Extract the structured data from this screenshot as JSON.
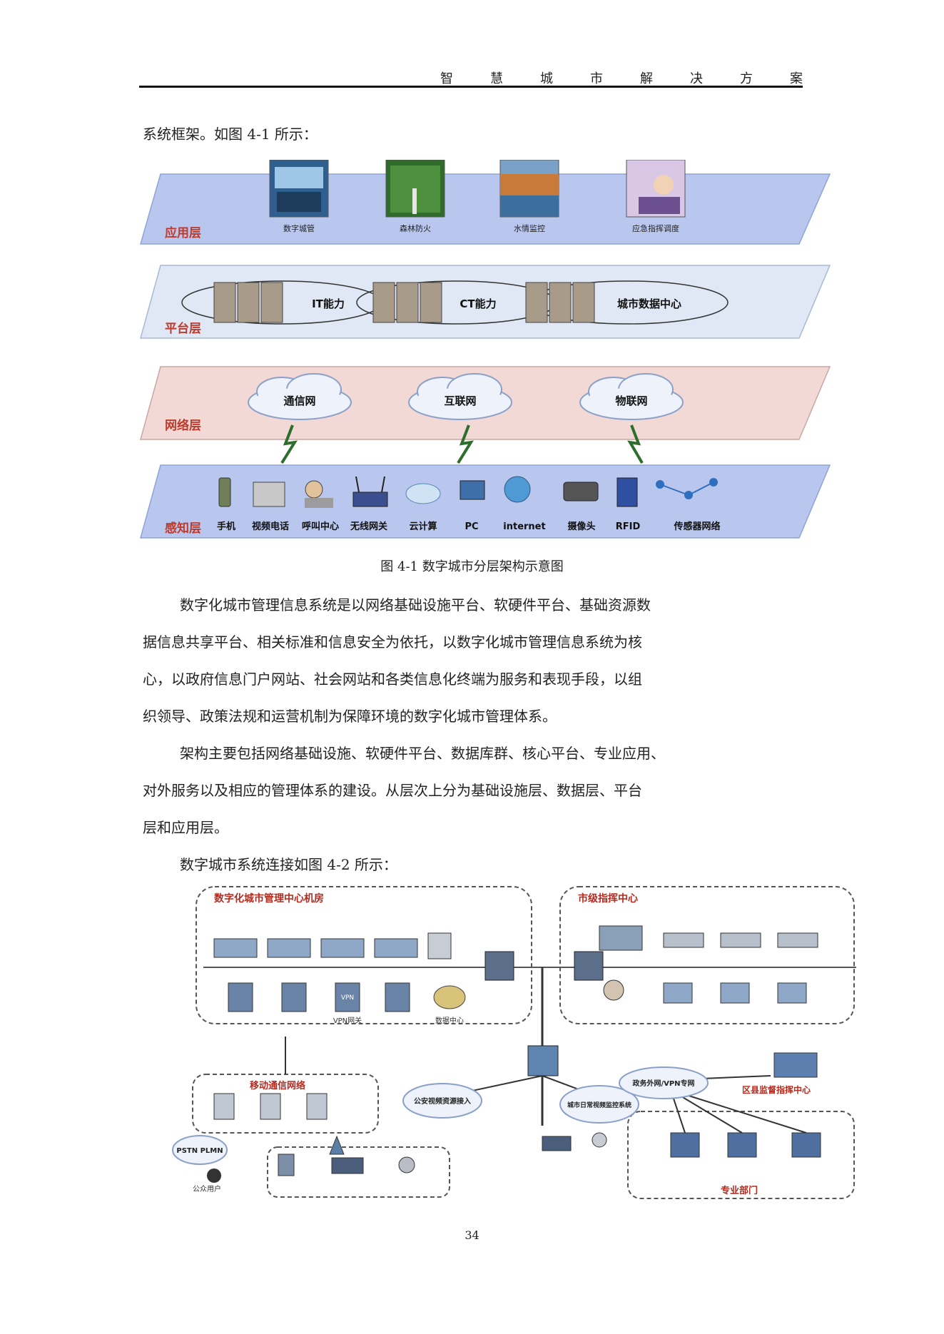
{
  "header": {
    "title_chars": [
      "智",
      "慧",
      "城",
      "市",
      "解",
      "决",
      "方",
      "案"
    ]
  },
  "intro_line": "系统框架。如图 4-1 所示：",
  "figure1": {
    "layers": [
      {
        "label": "应用层",
        "items": [
          "数字城管",
          "森林防火",
          "水情监控",
          "应急指挥调度"
        ]
      },
      {
        "label": "平台层",
        "items": [
          "IT能力",
          "CT能力",
          "城市数据中心"
        ]
      },
      {
        "label": "网络层",
        "items": [
          "通信网",
          "互联网",
          "物联网"
        ]
      },
      {
        "label": "感知层",
        "items": [
          "手机",
          "视频电话",
          "呼叫中心",
          "无线网关",
          "云计算",
          "PC",
          "internet",
          "摄像头",
          "RFID",
          "传感器网络"
        ]
      }
    ],
    "caption": "图 4-1 数字城市分层架构示意图"
  },
  "paragraph1_lines": [
    "数字化城市管理信息系统是以网络基础设施平台、软硬件平台、基础资源数",
    "据信息共享平台、相关标准和信息安全为依托，以数字化城市管理信息系统为核",
    "心，以政府信息门户网站、社会网站和各类信息化终端为服务和表现手段，以组",
    "织领导、政策法规和运营机制为保障环境的数字化城市管理体系。"
  ],
  "paragraph2_lines": [
    "架构主要包括网络基础设施、软硬件平台、数据库群、核心平台、专业应用、",
    "对外服务以及相应的管理体系的建设。从层次上分为基础设施层、数据层、平台",
    "层和应用层。"
  ],
  "paragraph3": "数字城市系统连接如图 4-2 所示：",
  "figure2": {
    "zone_titles": {
      "center": "数字化城市管理中心机房",
      "command": "市级指挥中心",
      "mobile": "移动通信网络",
      "egov": "政务外网/VPN专网",
      "district": "区县监督指挥中心",
      "depts": "专业部门"
    },
    "labels": {
      "public_video": "公安视频资源接入",
      "city_video": "城市日常视频监控系统",
      "pstn": "PSTN PLMN",
      "public_user": "公众用户",
      "vpn": "VPN",
      "vpn_gw": "VPN网关",
      "data_center": "数据中心"
    }
  },
  "page_number": "34",
  "colors": {
    "layer_blue": "#b9c7ee",
    "layer_light": "#dfe8f4",
    "layer_pink": "#f3d9d6",
    "layer_label": "#c0392b",
    "zone_title": "#b52a1e",
    "watermark_green": "#e8f4c9",
    "watermark_blue": "#d4eef7"
  }
}
